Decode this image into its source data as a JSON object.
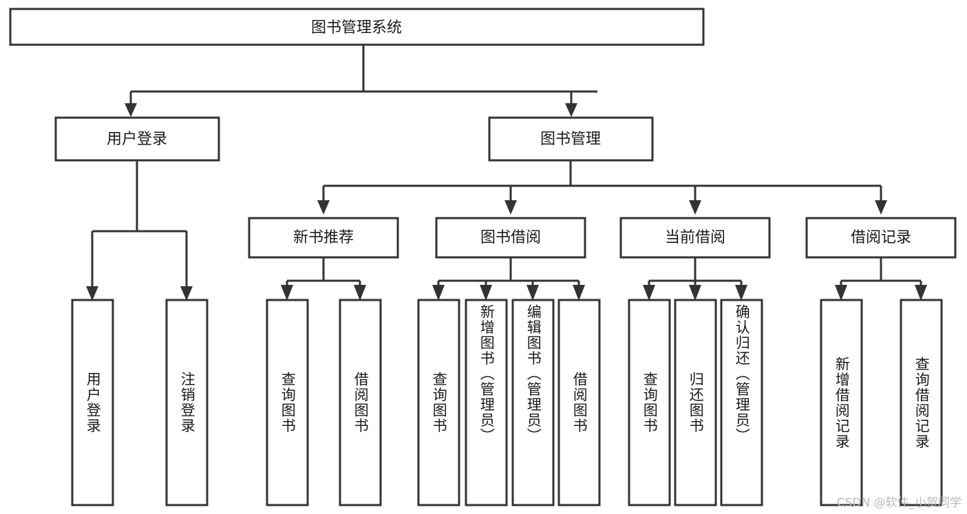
{
  "diagram": {
    "title_node": {
      "label": "图书管理系统"
    },
    "level2": [
      {
        "id": "user-login",
        "label": "用户登录"
      },
      {
        "id": "book-management",
        "label": "图书管理"
      }
    ],
    "level3": [
      {
        "id": "new-book-recommend",
        "label": "新书推荐"
      },
      {
        "id": "book-borrow",
        "label": "图书借阅"
      },
      {
        "id": "current-borrow",
        "label": "当前借阅"
      },
      {
        "id": "borrow-record",
        "label": "借阅记录"
      }
    ],
    "leaves": {
      "user_login": [
        {
          "id": "leaf-user-login",
          "label": "用户登录"
        },
        {
          "id": "leaf-logout-login",
          "label": "注销登录"
        }
      ],
      "new_book_recommend": [
        {
          "id": "leaf-query-book-1",
          "label": "查询图书"
        },
        {
          "id": "leaf-borrow-book-1",
          "label": "借阅图书"
        }
      ],
      "book_borrow": [
        {
          "id": "leaf-query-book-2",
          "label": "查询图书"
        },
        {
          "id": "leaf-add-book",
          "label": "新增图书（管理员）"
        },
        {
          "id": "leaf-edit-book",
          "label": "编辑图书（管理员）"
        },
        {
          "id": "leaf-borrow-book-2",
          "label": "借阅图书"
        }
      ],
      "current_borrow": [
        {
          "id": "leaf-query-book-3",
          "label": "查询图书"
        },
        {
          "id": "leaf-return-book",
          "label": "归还图书"
        },
        {
          "id": "leaf-confirm-return",
          "label": "确认归还（管理员）"
        }
      ],
      "borrow_record": [
        {
          "id": "leaf-add-record",
          "label": "新增借阅记录"
        },
        {
          "id": "leaf-query-record",
          "label": "查询借阅记录"
        }
      ]
    }
  },
  "watermark": {
    "text": "CSDN @软件_小贺同学"
  },
  "colors": {
    "stroke": "#333333",
    "fill": "#ffffff",
    "text": "#1a1a1a",
    "watermark": "#b9b9b9"
  }
}
